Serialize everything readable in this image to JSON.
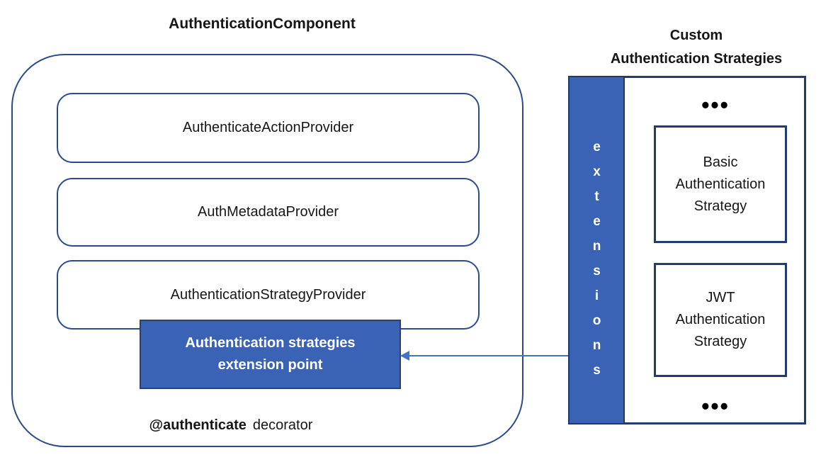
{
  "left_panel": {
    "title": "AuthenticationComponent",
    "providers": [
      "AuthenticateActionProvider",
      "AuthMetadataProvider",
      "AuthenticationStrategyProvider"
    ],
    "extension_point_label": "Authentication strategies\nextension point",
    "decorator": {
      "bold": "@authenticate",
      "regular": "decorator"
    }
  },
  "right_panel": {
    "title": "Custom\nAuthentication Strategies",
    "extensions_label": "extensions",
    "ellipsis_top": "•••",
    "ellipsis_bottom": "•••",
    "strategies": [
      "Basic\nAuthentication\nStrategy",
      "JWT\nAuthentication\nStrategy"
    ]
  },
  "colors": {
    "accent_fill": "#3a62b5",
    "border_rounded": "#2c4a8c",
    "border_dark": "#223c6e",
    "arrow": "#4472c4",
    "text_dark": "#161616",
    "text_light": "#ffffff"
  }
}
